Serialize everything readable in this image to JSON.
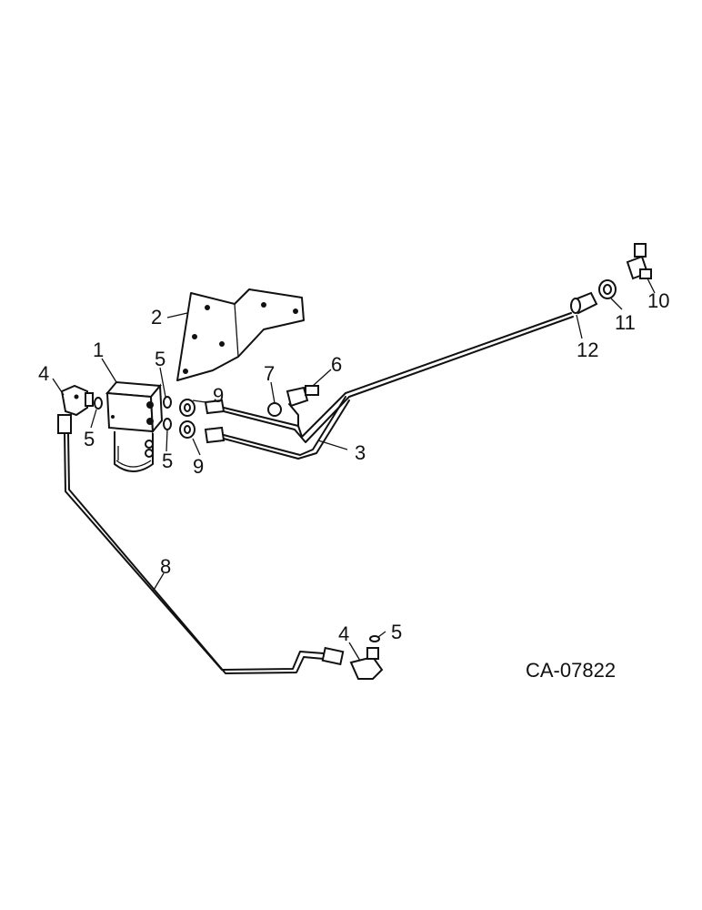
{
  "drawing_code": "CA-07822",
  "callouts": [
    "1",
    "2",
    "3",
    "4",
    "5",
    "6",
    "7",
    "8",
    "9",
    "10",
    "11",
    "12"
  ]
}
